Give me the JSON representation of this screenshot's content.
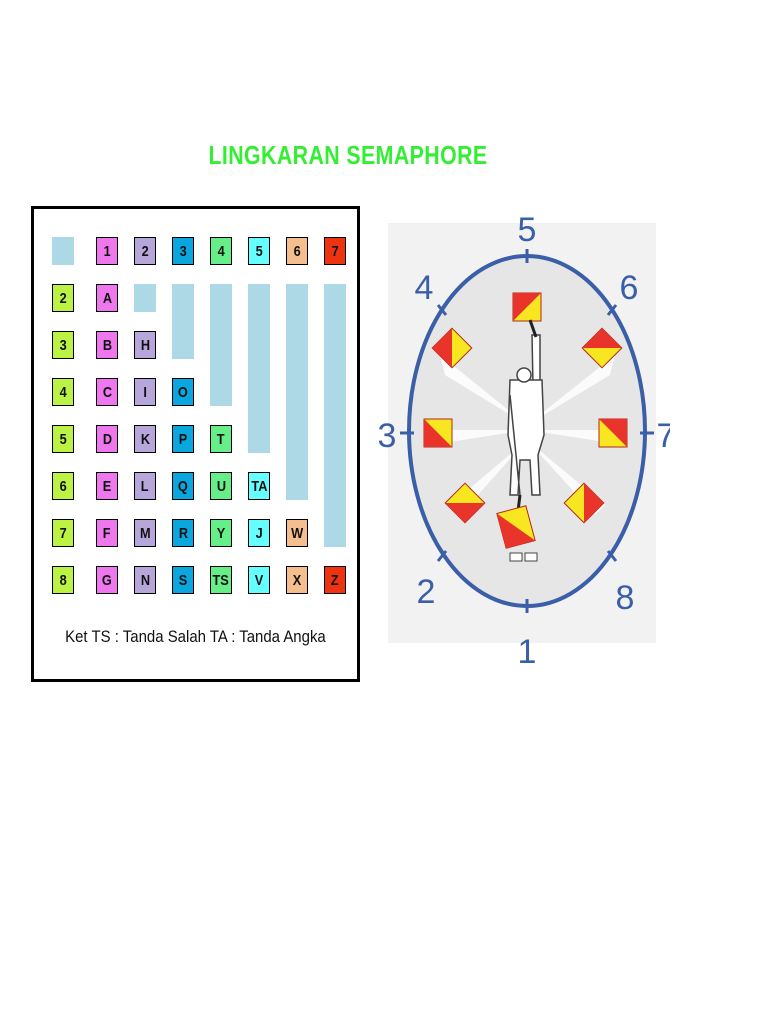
{
  "title": "LINGKARAN SEMAPHORE",
  "colors": {
    "title": "#33ee33",
    "filler": "#add8e6",
    "circle_stroke": "#3a5ea8",
    "flag_red": "#e8342a",
    "flag_yellow": "#f7e620",
    "col1": "#ee77ee",
    "col2": "#b7a6d9",
    "col3": "#0aa6de",
    "col4": "#66ee88",
    "col5": "#66ffff",
    "col6": "#f5be8e",
    "col7": "#ee3311",
    "row_header": "#bbf244"
  },
  "table": {
    "header_row": [
      "1",
      "2",
      "3",
      "4",
      "5",
      "6",
      "7"
    ],
    "row_headers": [
      "2",
      "3",
      "4",
      "5",
      "6",
      "7",
      "8"
    ],
    "columns": {
      "c1": [
        "A",
        "B",
        "C",
        "D",
        "E",
        "F",
        "G"
      ],
      "c2": [
        "H",
        "I",
        "K",
        "L",
        "M",
        "N"
      ],
      "c3": [
        "O",
        "P",
        "Q",
        "R",
        "S"
      ],
      "c4": [
        "T",
        "U",
        "Y",
        "TS"
      ],
      "c5": [
        "TA",
        "J",
        "V"
      ],
      "c6": [
        "W",
        "X"
      ],
      "c7": [
        "Z"
      ]
    },
    "note": "Ket TS : Tanda Salah TA : Tanda Angka"
  },
  "wheel": {
    "positions": [
      "1",
      "2",
      "3",
      "4",
      "5",
      "6",
      "7",
      "8"
    ]
  }
}
